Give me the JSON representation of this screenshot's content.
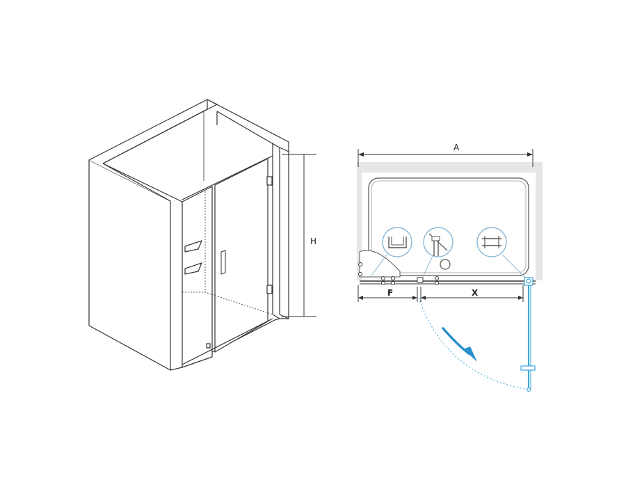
{
  "labels": {
    "height": "H",
    "width": "A",
    "fixed_panel": "F",
    "door_opening": "X"
  },
  "colors": {
    "line": "#333333",
    "wall_fill": "#e6e6e6",
    "accent": "#3aa6d8",
    "swing_arrow": "#2a8fcc",
    "detail_circle": "#8ab8d6"
  },
  "icons": [
    "shower-enclosure-3d",
    "shower-tray-plan",
    "wall-profile-detail-icon",
    "hinge-detail-icon",
    "handle-detail-icon",
    "door-swing-arrow-icon",
    "drain-icon"
  ]
}
